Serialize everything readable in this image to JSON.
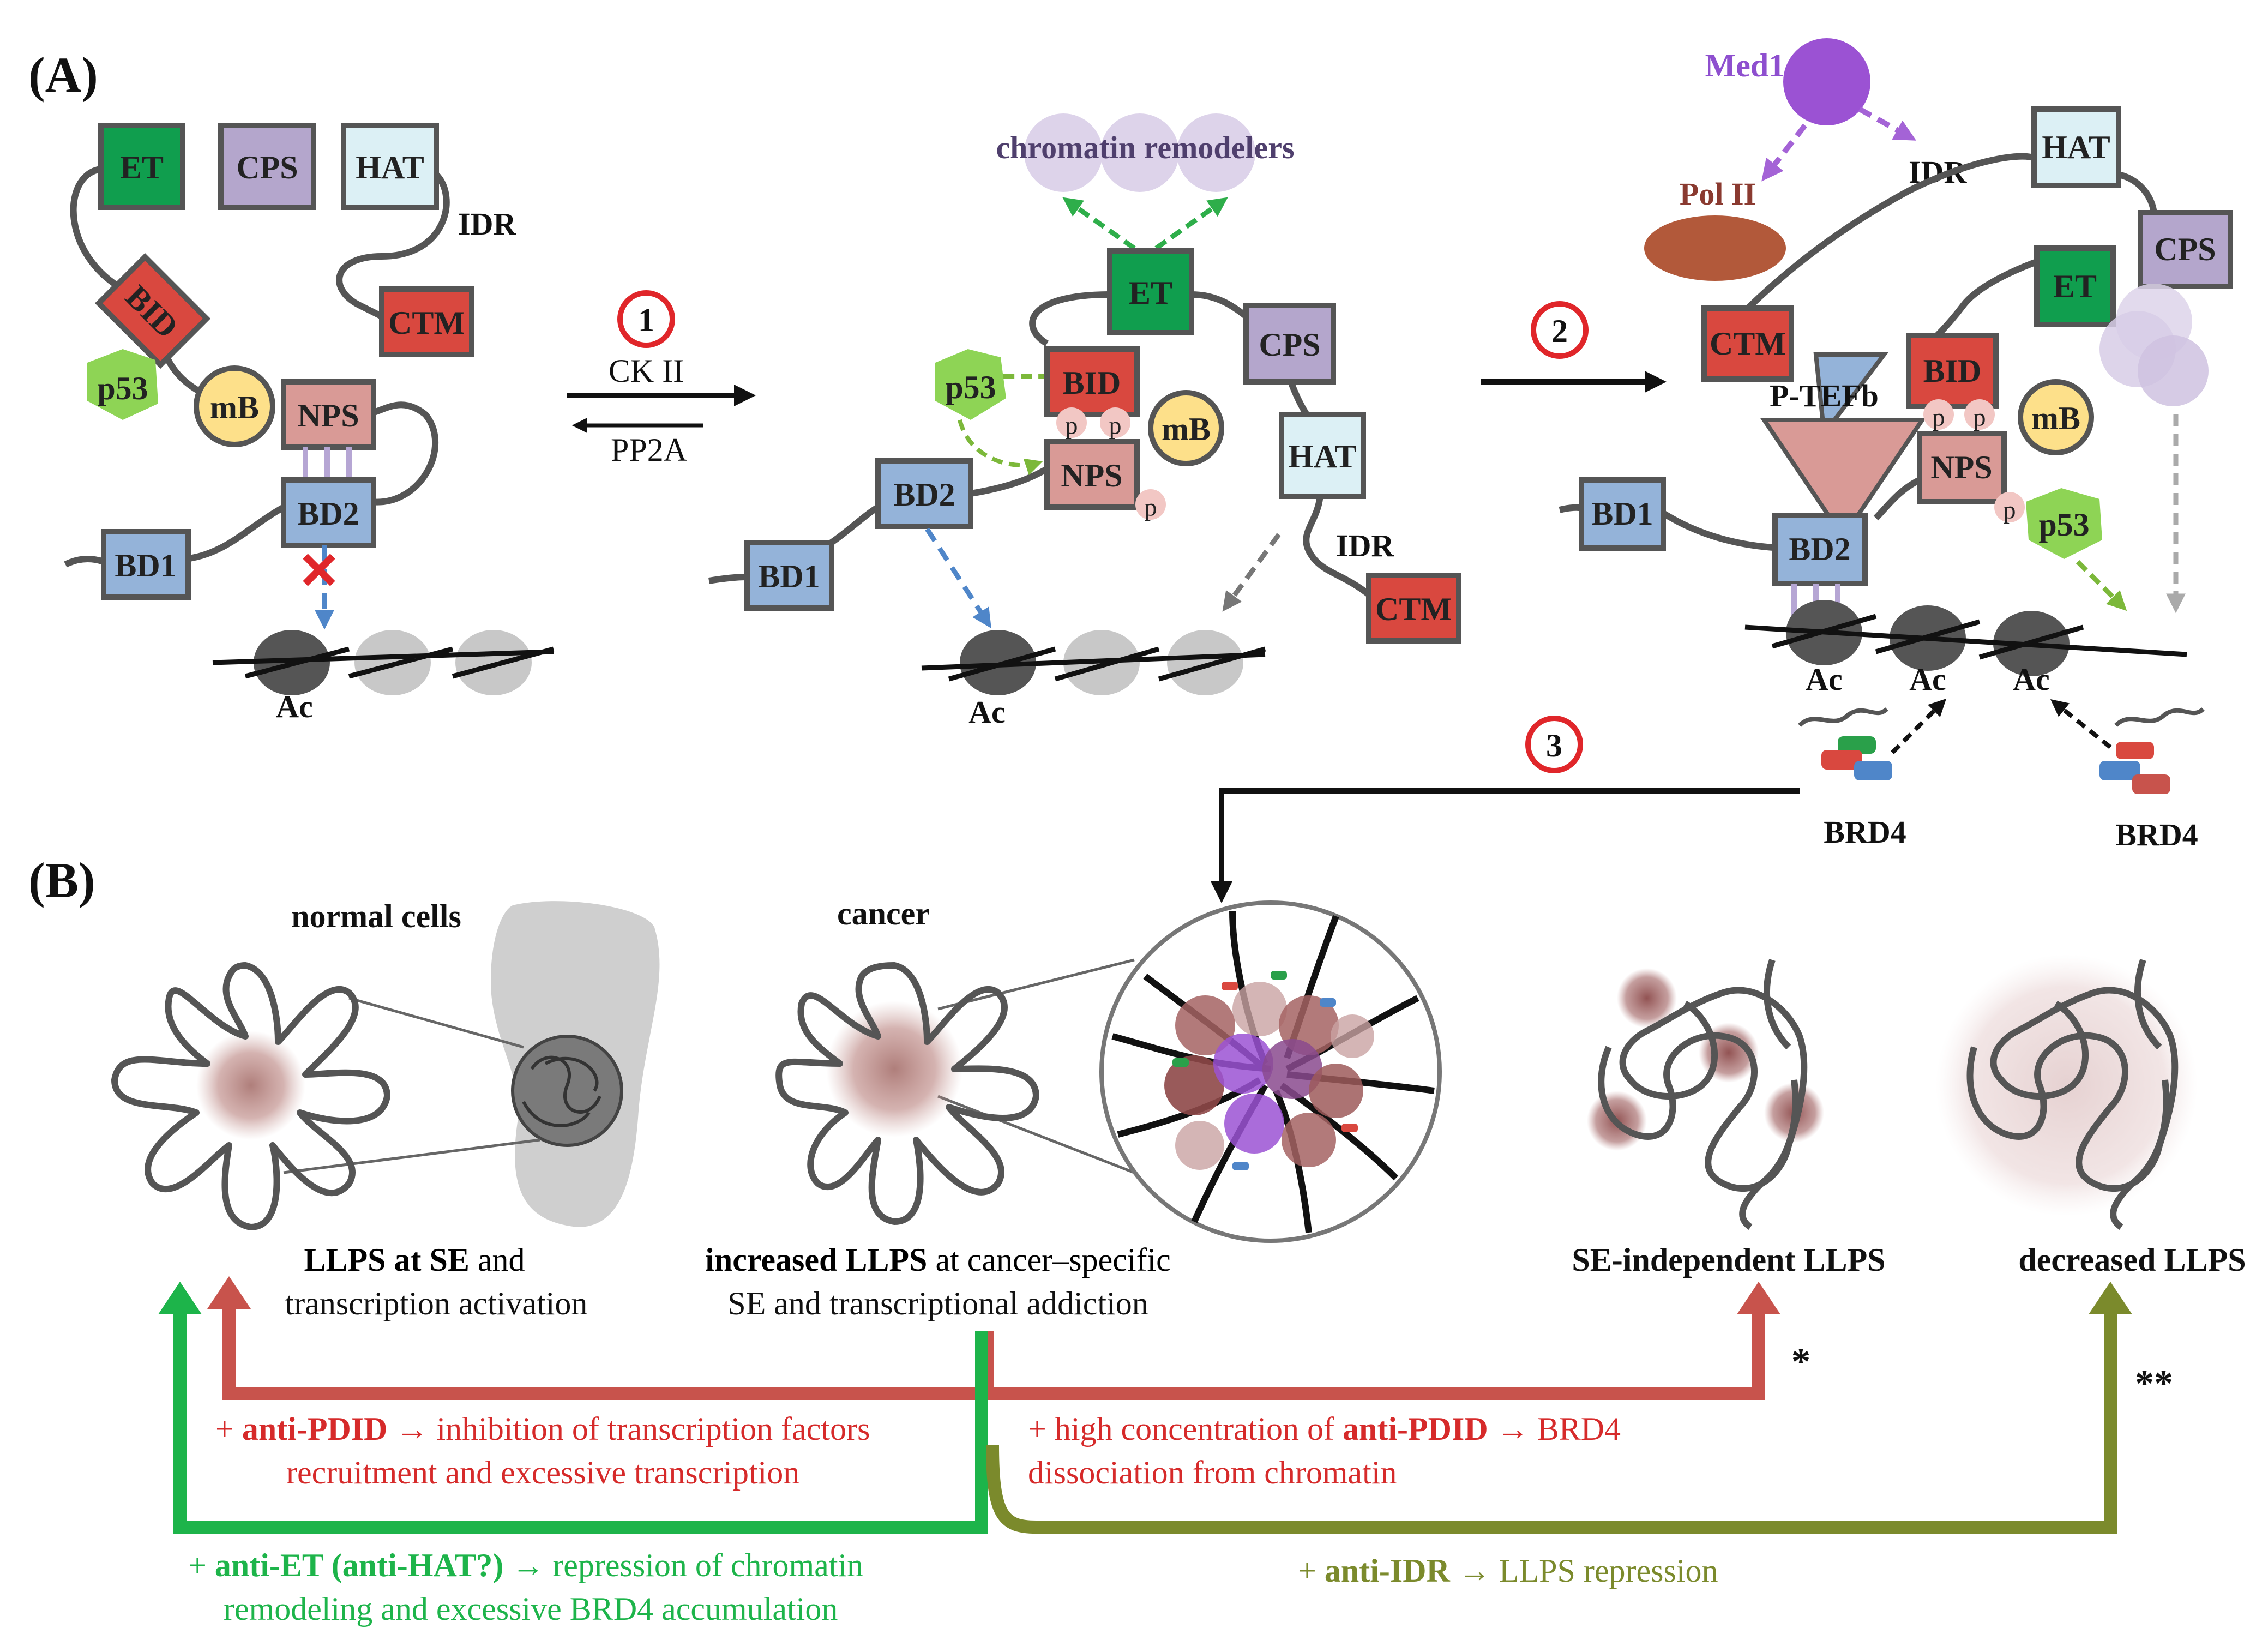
{
  "panels": {
    "a": "(A)",
    "b": "(B)"
  },
  "domains": {
    "et": "ET",
    "cps": "CPS",
    "hat": "HAT",
    "ctm": "CTM",
    "bid": "BID",
    "nps": "NPS",
    "bd1": "BD1",
    "bd2": "BD2",
    "mb": "mB",
    "p53": "p53",
    "idr": "IDR",
    "ac": "Ac",
    "p": "p",
    "ptefb": "P-TEFb"
  },
  "labels": {
    "chromatin_remodelers": "chromatin remodelers",
    "med1": "Med1",
    "pol2": "Pol II",
    "brd4": "BRD4",
    "ck2": "CK II",
    "pp2a": "PP2A",
    "step1": "1",
    "step2": "2",
    "step3": "3",
    "normal_cells": "normal cells",
    "cancer": "cancer",
    "star1": "*",
    "star2": "**"
  },
  "captions": {
    "normal_b": "LLPS at SE",
    "normal_r": " and",
    "normal_l2": "transcription activation",
    "cancer_b": "increased LLPS",
    "cancer_r": " at cancer–specific",
    "cancer_l2": "SE and transcriptional addiction",
    "seind": "SE-independent LLPS",
    "decreased": "decreased LLPS"
  },
  "therapies": {
    "pdid_a": "+ ",
    "pdid_b": "anti-PDID",
    "pdid_c": " → inhibition of transcription factors",
    "pdid_l2": "recruitment and excessive transcription",
    "hc_a": "+ high concentration of ",
    "hc_b": "anti-PDID",
    "hc_c": " → BRD4",
    "hc_l2": "dissociation from chromatin",
    "et_a": "+ ",
    "et_b": "anti-ET (anti-HAT?)",
    "et_c": " → repression of chromatin",
    "et_l2": "remodeling and excessive BRD4 accumulation",
    "idr_a": "+ ",
    "idr_b": "anti-IDR",
    "idr_c": " → LLPS repression"
  },
  "colors": {
    "et": "#109e4e",
    "cps": "#b4a6cc",
    "hat": "#dcf0f5",
    "ctm": "#d9483f",
    "bid": "#d9483f",
    "nps": "#d99a96",
    "bd": "#94b3d9",
    "mb": "#fde08a",
    "p53": "#8ed455",
    "med1": "#9b52d3",
    "pol2": "#b2593a",
    "red": "#c8534c",
    "green": "#1db44a",
    "olive": "#7b8a2c"
  }
}
